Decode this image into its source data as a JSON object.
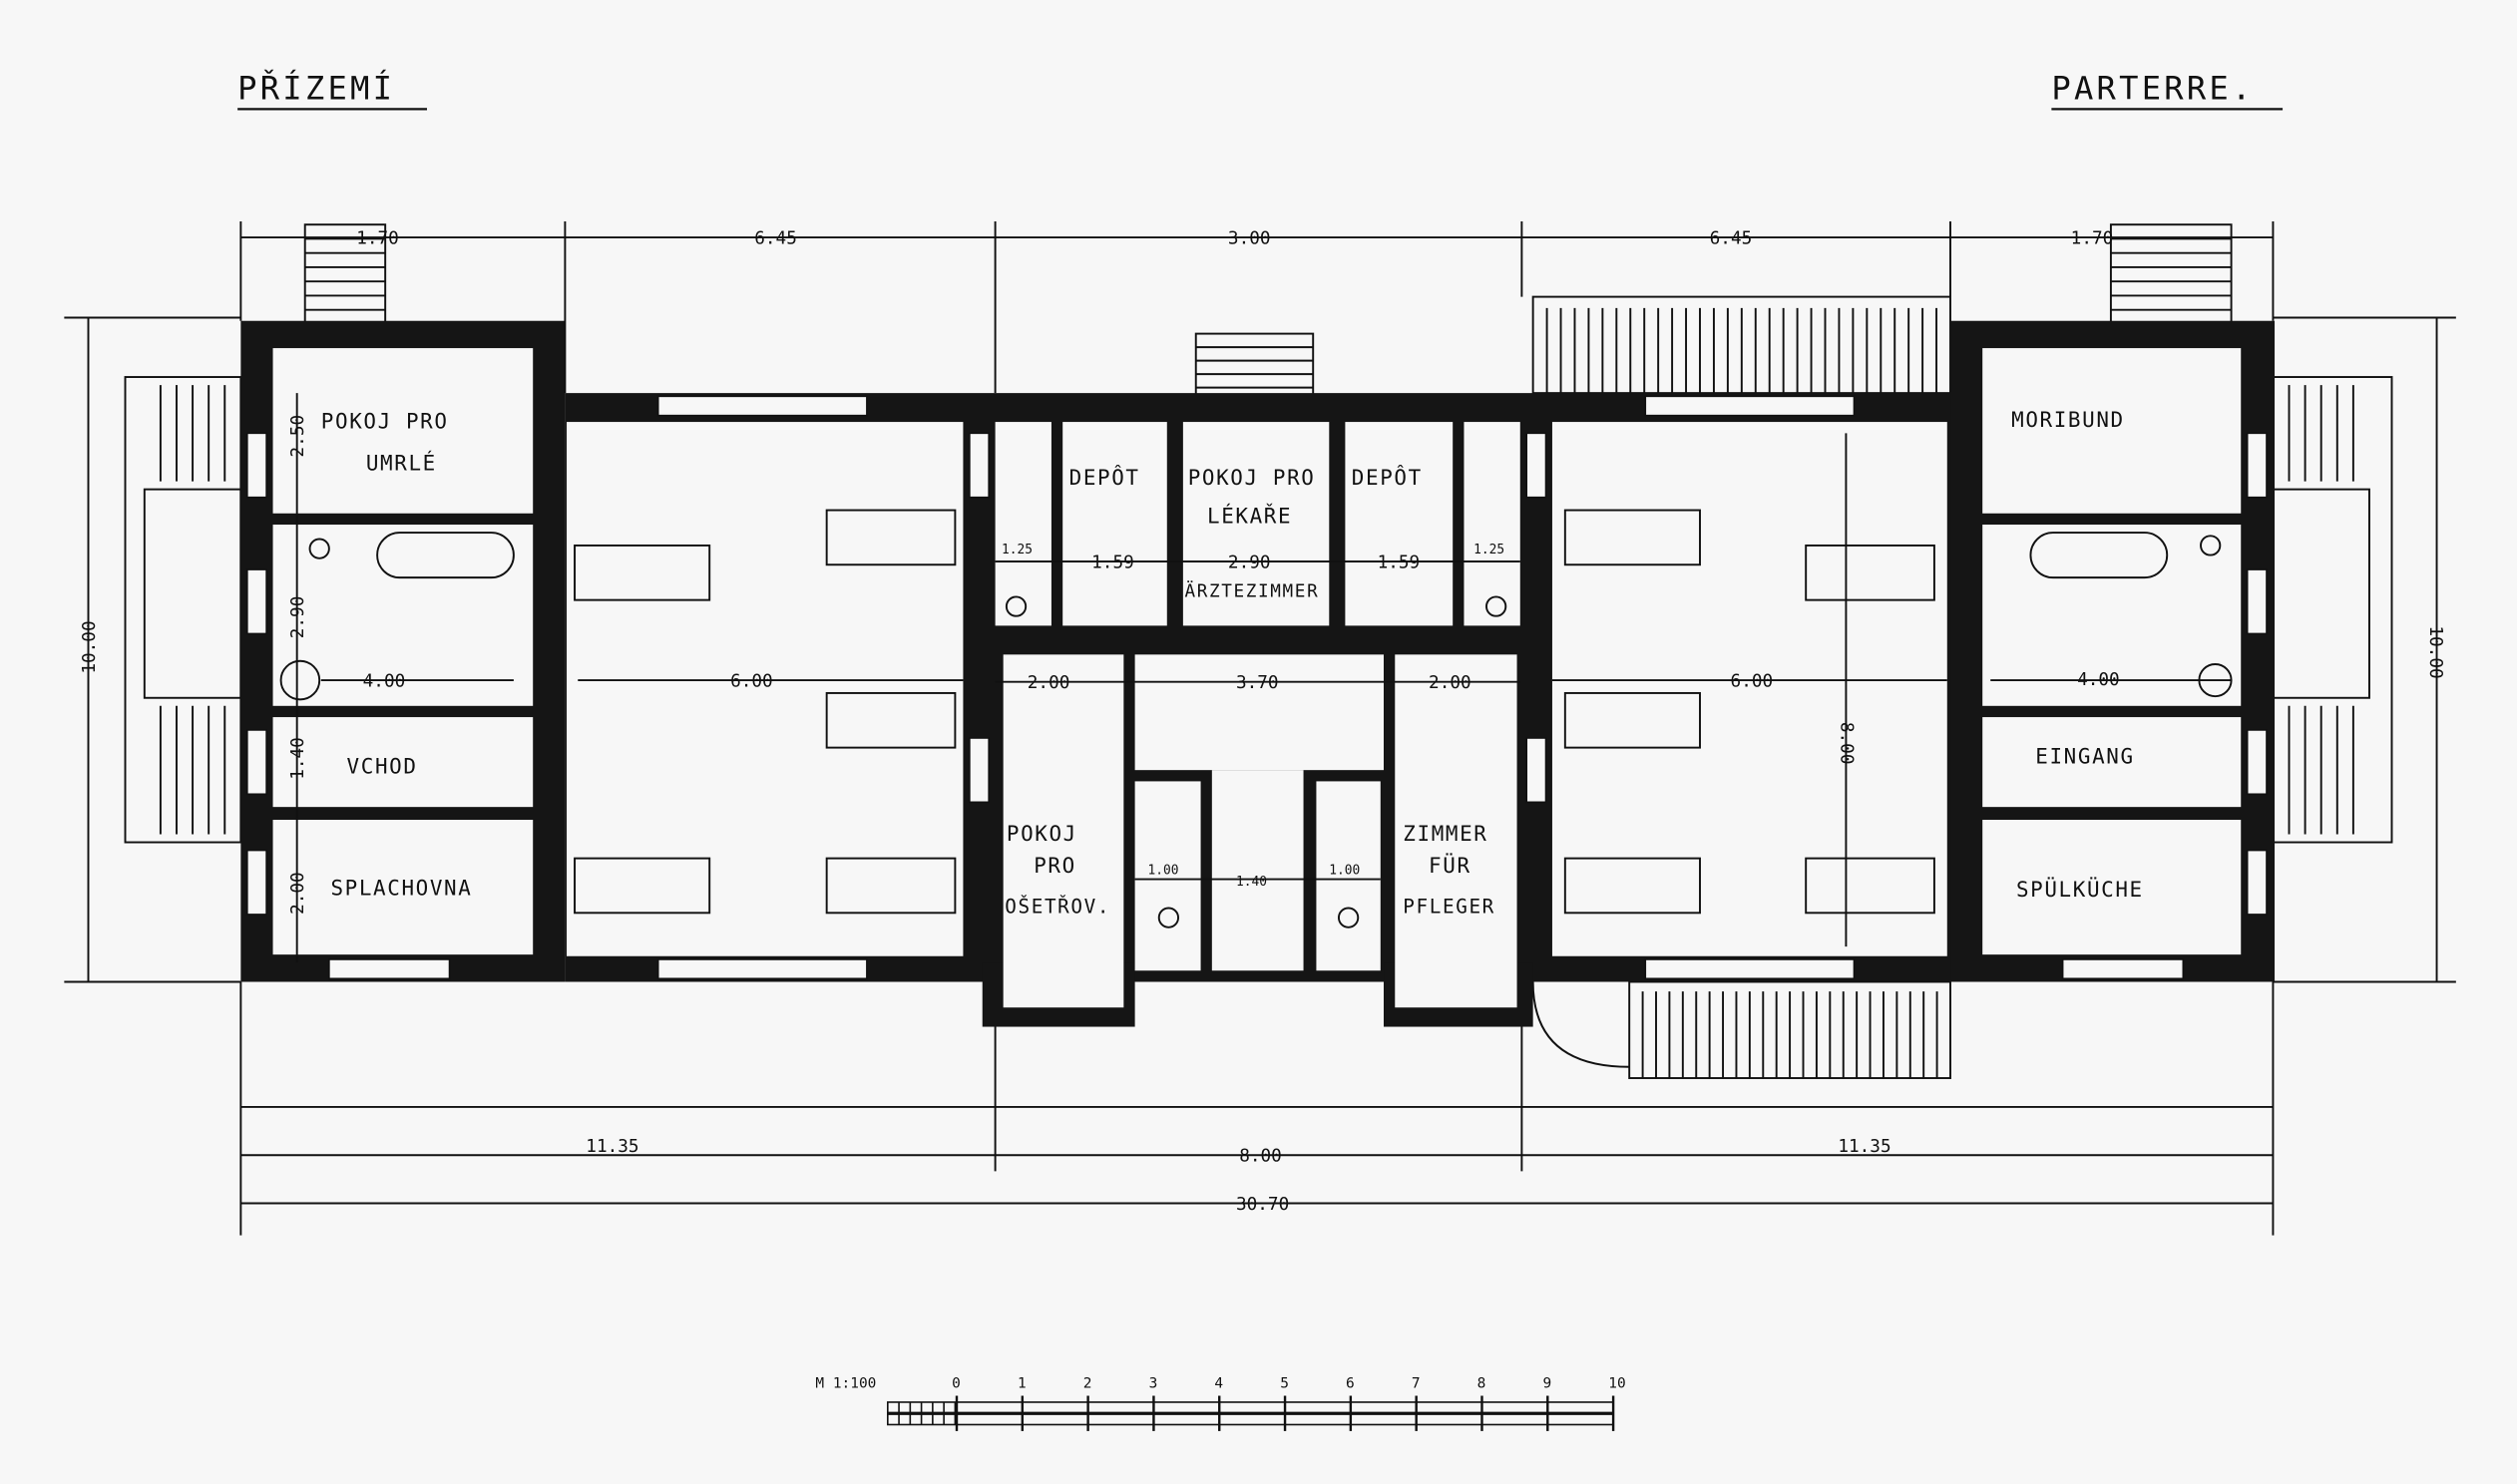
{
  "titles": {
    "left": "PŘÍZEMÍ",
    "right": "PARTERRE."
  },
  "rooms": {
    "pokoj_pro_umrle_1": "POKOJ PRO",
    "pokoj_pro_umrle_2": "UMRLÉ",
    "vchod": "VCHOD",
    "splachovna": "SPLACHOVNA",
    "depot_left": "DEPÔT",
    "depot_right": "DEPÔT",
    "lekar_1": "POKOJ PRO",
    "lekar_2": "LÉKAŘE",
    "arztezimmer": "ÄRZTEZIMMER",
    "osetrov_1": "POKOJ",
    "osetrov_2": "PRO",
    "osetrov_3": "OŠETŘOV.",
    "pfleger_1": "ZIMMER",
    "pfleger_2": "FÜR",
    "pfleger_3": "PFLEGER",
    "moribund": "MORIBUND",
    "eingang": "EINGANG",
    "spulkuche": "SPÜLKÜCHE"
  },
  "dimensions": {
    "top": [
      "1.70",
      "6.45",
      "3.00",
      "6.45",
      "1.70"
    ],
    "bottom": [
      "11.35",
      "8.00",
      "11.35"
    ],
    "total": "30.70",
    "left_height": "10.00",
    "right_height": "10.00",
    "left_wing": [
      "2.50",
      "2.90",
      "1.40",
      "2.00"
    ],
    "wing_width_left": "4.00",
    "wing_width_right": "4.00",
    "ward_left": "6.00",
    "ward_right": "6.00",
    "ward_depth": "8.00",
    "center_top": [
      "1.25",
      "1.59",
      "2.90",
      "1.59",
      "1.25"
    ],
    "center_mid": [
      "2.00",
      "3.70",
      "2.00"
    ],
    "center_low": [
      "1.00",
      "1.40",
      "1.00"
    ]
  },
  "scale": {
    "label": "M 1:100",
    "ticks": [
      "0",
      "1",
      "2",
      "3",
      "4",
      "5",
      "6",
      "7",
      "8",
      "9",
      "10"
    ]
  }
}
